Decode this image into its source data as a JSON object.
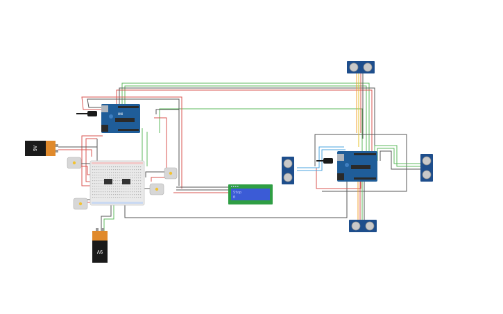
{
  "canvas": {
    "background": "#ffffff"
  },
  "battery_left": {
    "label": "9V",
    "icon": "battery-9v-icon"
  },
  "battery_bottom": {
    "label": "9V",
    "icon": "battery-9v-icon"
  },
  "lcd": {
    "line1": "Stop",
    "line2": "0",
    "icon": "lcd-16x2-icon"
  },
  "arduino_left": {
    "icon": "arduino-uno-icon"
  },
  "arduino_right": {
    "icon": "arduino-uno-icon"
  },
  "motor_icon": "dc-motor-icon",
  "sensor_icon": "ultrasonic-sensor-icon",
  "colors": {
    "wire_red": "#d9534f",
    "wire_green": "#5cb85c",
    "wire_black": "#555555",
    "wire_orange": "#f0a030",
    "wire_yellow": "#e6c229",
    "wire_blue": "#4aa3df",
    "board_blue": "#1f5d99",
    "sensor_blue": "#1e4e8c",
    "lcd_green": "#2f9e44",
    "lcd_screen": "#3b5bd6",
    "battery_black": "#1a1a1a",
    "battery_orange": "#e08a2c"
  }
}
